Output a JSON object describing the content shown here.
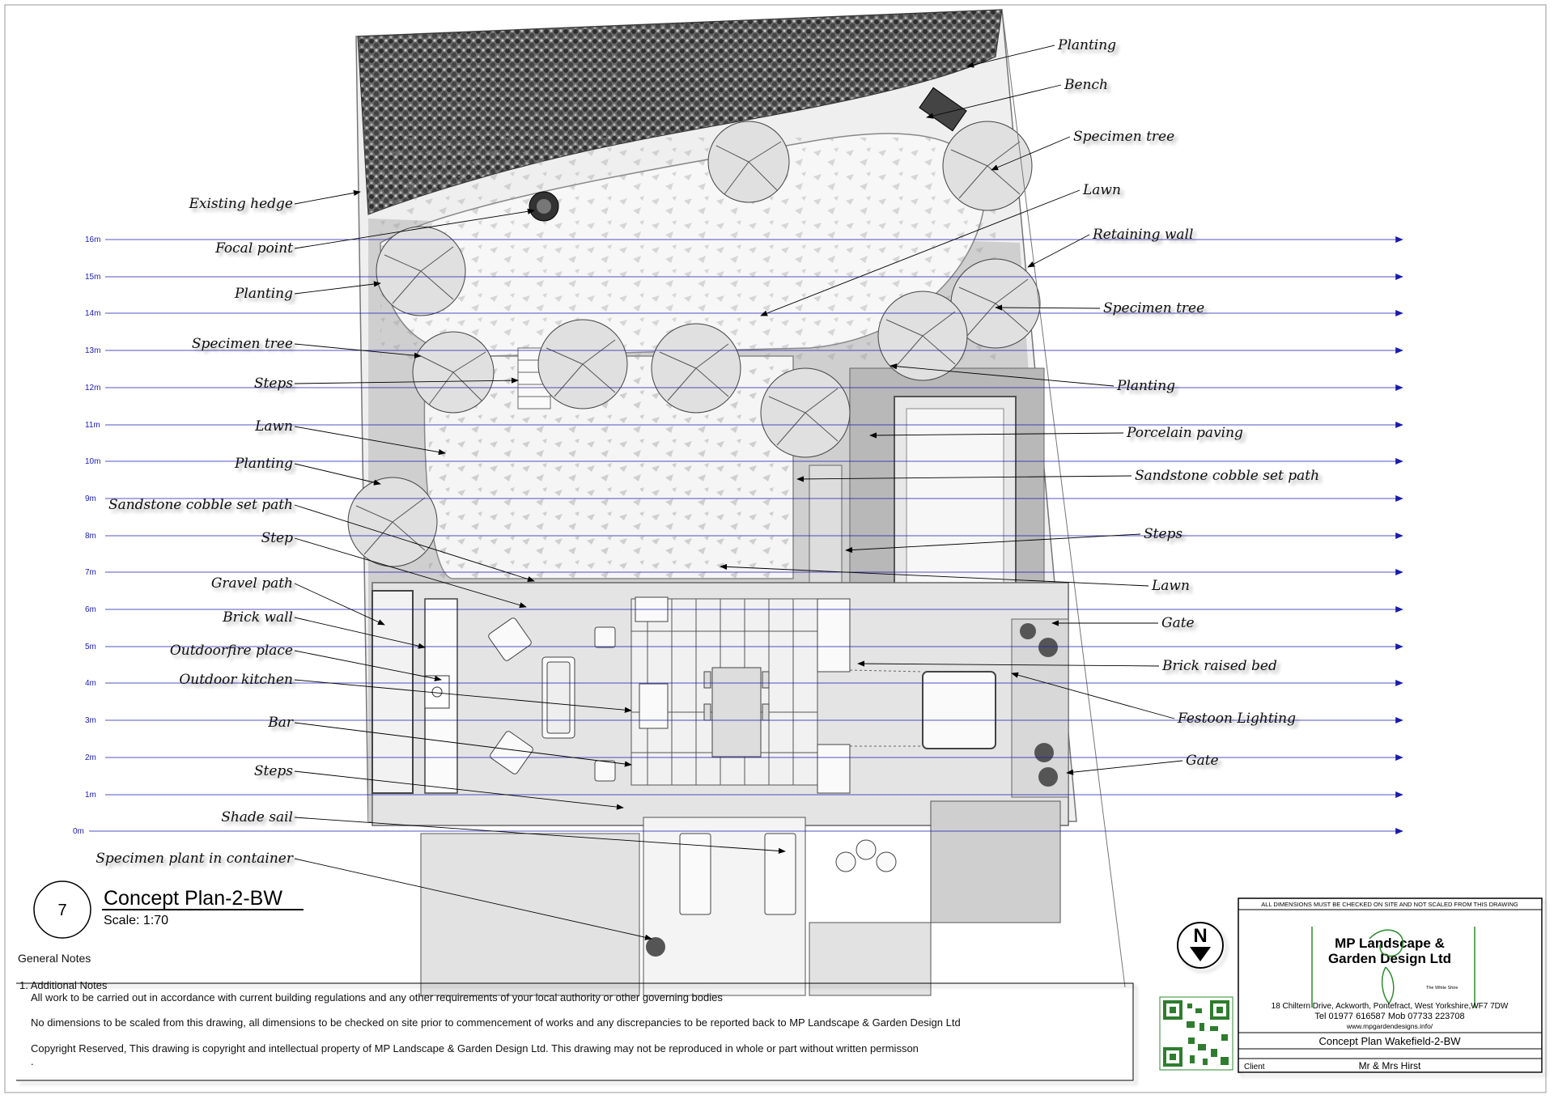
{
  "drawing": {
    "number": "7",
    "title": "Concept Plan-2-BW",
    "scale": "Scale: 1:70"
  },
  "grid": {
    "labels": [
      "16m",
      "15m",
      "14m",
      "13m",
      "12m",
      "11m",
      "10m",
      "9m",
      "8m",
      "7m",
      "6m",
      "5m",
      "4m",
      "3m",
      "2m",
      "1m",
      "0m"
    ],
    "color": "#1a1ab0"
  },
  "labels_left": [
    "Existing hedge",
    "Focal point",
    "Planting",
    "Specimen tree",
    "Steps",
    "Lawn",
    "Planting",
    "Sandstone cobble set path",
    "Step",
    "Gravel path",
    "Brick wall",
    "Outdoorfire place",
    "Outdoor kitchen",
    "Bar",
    "Steps",
    "Shade sail",
    "Specimen plant in container"
  ],
  "labels_right": [
    "Planting",
    "Bench",
    "Specimen tree",
    "Lawn",
    "Retaining wall",
    "Specimen tree",
    "Planting",
    "Porcelain paving",
    "Sandstone cobble set path",
    "Steps",
    "Lawn",
    "Gate",
    "Brick raised bed",
    "Festoon Lighting",
    "Gate"
  ],
  "notes": {
    "heading": "General Notes",
    "item_title": "1. Additional Notes",
    "line1": "All work to be carried out in accordance with current building regulations and any other requirements of your local authority or other governing bodies",
    "line2": "No dimensions to be scaled from this drawing, all dimensions to be checked on site prior to commencement of works and any discrepancies to be reported back to MP Landscape & Garden Design Ltd",
    "line3": "Copyright Reserved, This drawing is copyright and intellectual property of MP Landscape & Garden Design Ltd. This drawing may not be reproduced in whole or part without written permisson",
    "line4": "."
  },
  "title_block": {
    "warning": "ALL DIMENSIONS MUST BE CHECKED ON SITE AND NOT SCALED FROM THIS DRAWING",
    "company_line1": "MP Landscape &",
    "company_line2": "Garden Design Ltd",
    "logo_text": "The White Shire",
    "address": "18 Chiltern Drive, Ackworth, Pontefract, West Yorkshire,WF7 7DW",
    "phone": "Tel 01977 616587  Mob 07733 223708",
    "website": "www.mpgardendesigns.info/",
    "project": "Concept Plan Wakefield-2-BW",
    "client_label": "Client",
    "client": "Mr & Mrs Hirst",
    "accent": "#2e8b2e"
  },
  "north": {
    "label": "N"
  }
}
